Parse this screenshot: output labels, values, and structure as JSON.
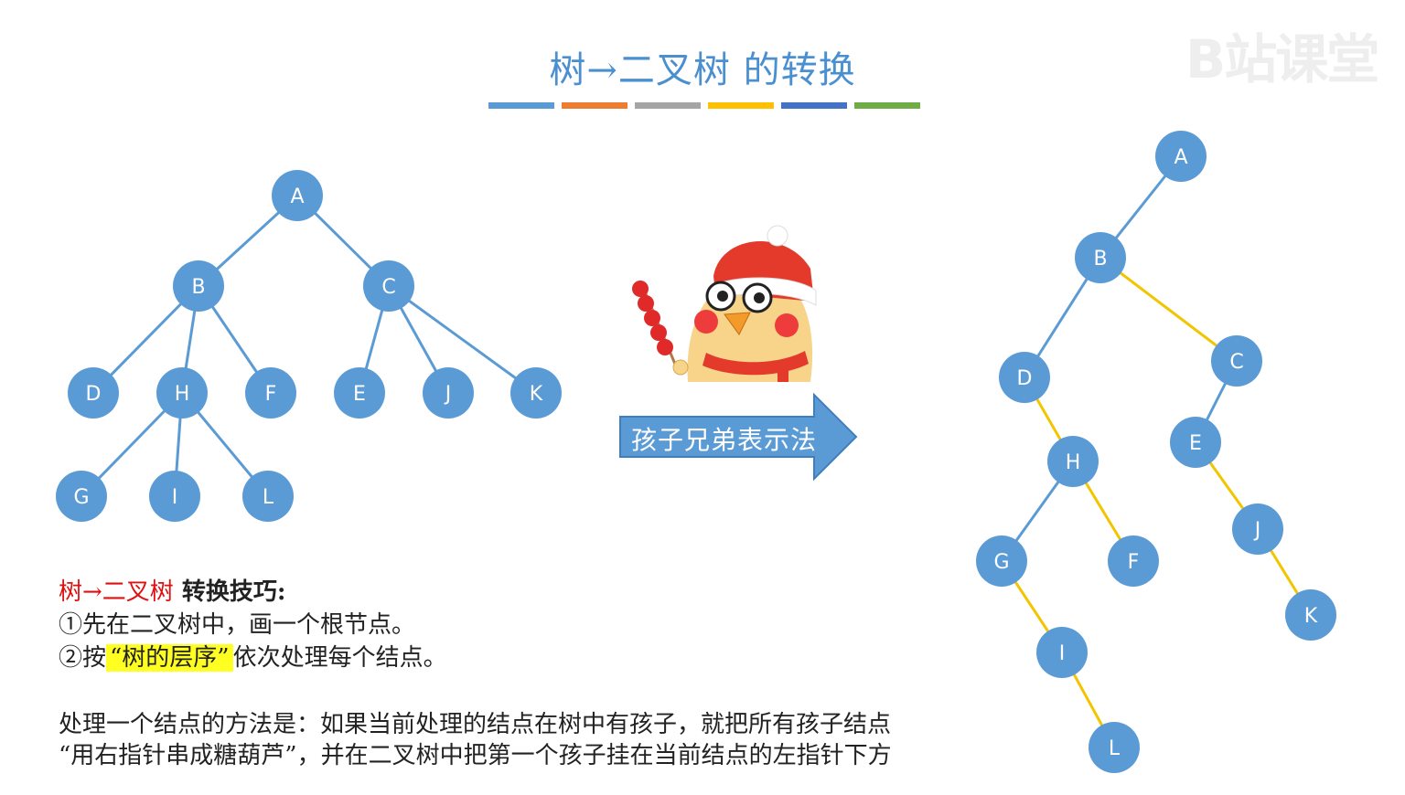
{
  "title": "树→二叉树 的转换",
  "watermark": "B站课堂",
  "title_bar_colors": [
    "#5b9bd5",
    "#ed7d31",
    "#a5a5a5",
    "#ffc000",
    "#4472c4",
    "#70ad47"
  ],
  "colors": {
    "node": "#5b9bd5",
    "tree_edge": "#5b9bd5",
    "left_child_edge": "#5b9bd5",
    "right_sibling_edge": "#f2c500",
    "arrow": "#5b9bd5",
    "emphasis_red": "#e01010",
    "highlight_yellow": "#ffff22"
  },
  "arrow_label": "孩子兄弟表示法",
  "mascot_icon": "chick-with-santa-hat-holding-candied-haws-icon",
  "notes": {
    "heading_red": "树→二叉树",
    "heading_rest": " 转换技巧:",
    "step1": "①先在二叉树中，画一个根节点。",
    "step2_prefix": "②按",
    "step2_highlight": "“树的层序”",
    "step2_suffix": "依次处理每个结点。"
  },
  "method": {
    "line1": "处理一个结点的方法是：如果当前处理的结点在树中有孩子，就把所有孩子结点",
    "line2": "“用右指针串成糖葫芦”，并在二叉树中把第一个孩子挂在当前结点的左指针下方"
  },
  "diagram": {
    "original_tree": {
      "nodes": [
        "A",
        "B",
        "C",
        "D",
        "H",
        "F",
        "E",
        "J",
        "K",
        "G",
        "I",
        "L"
      ],
      "edges": [
        [
          "A",
          "B"
        ],
        [
          "A",
          "C"
        ],
        [
          "B",
          "D"
        ],
        [
          "B",
          "H"
        ],
        [
          "B",
          "F"
        ],
        [
          "C",
          "E"
        ],
        [
          "C",
          "J"
        ],
        [
          "C",
          "K"
        ],
        [
          "H",
          "G"
        ],
        [
          "H",
          "I"
        ],
        [
          "H",
          "L"
        ]
      ]
    },
    "binary_tree": {
      "nodes": [
        "A",
        "B",
        "C",
        "D",
        "H",
        "F",
        "E",
        "J",
        "K",
        "G",
        "I",
        "L"
      ],
      "left_edges": [
        [
          "A",
          "B"
        ],
        [
          "B",
          "D"
        ],
        [
          "C",
          "E"
        ],
        [
          "H",
          "G"
        ]
      ],
      "right_edges": [
        [
          "B",
          "C"
        ],
        [
          "D",
          "H"
        ],
        [
          "H",
          "F"
        ],
        [
          "E",
          "J"
        ],
        [
          "J",
          "K"
        ],
        [
          "G",
          "I"
        ],
        [
          "I",
          "L"
        ]
      ]
    }
  }
}
